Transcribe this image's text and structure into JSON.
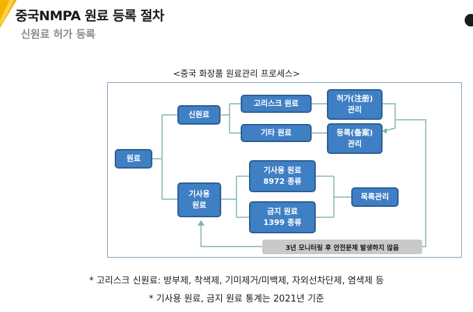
{
  "header": {
    "title": "중국NMPA 원료 등록 절차",
    "subtitle": "신원료 허가 등록"
  },
  "diagram": {
    "caption": "<중국 화장품 원료관리 프로세스>",
    "nodes": {
      "raw": "원료",
      "new": "신원료",
      "high_risk": "고리스크 원료",
      "other": "기타 원료",
      "permit": "허가(注册)\n관리",
      "register": "등록(备案)\n관리",
      "existing": "기사용\n원료",
      "existing_count": "기사용 원료\n8972 종류",
      "banned_count": "금지 원료\n1399 종류",
      "list_mgmt": "목록관리"
    },
    "feedback_label": "3년 모니터링 후 안전문제 발생하지 않음"
  },
  "notes": {
    "line1": "* 고리스크 신원료: 방부제, 착색제, 기미제거/미백제, 자외선차단제, 염색제 등",
    "line2": "* 기사용 원료, 금지 원료 통계는 2021년 기준"
  },
  "colors": {
    "box_fill": "#3f7fc4",
    "box_border": "#2a5e94",
    "connector": "#7fb3b3",
    "accent": "#f5b400"
  }
}
